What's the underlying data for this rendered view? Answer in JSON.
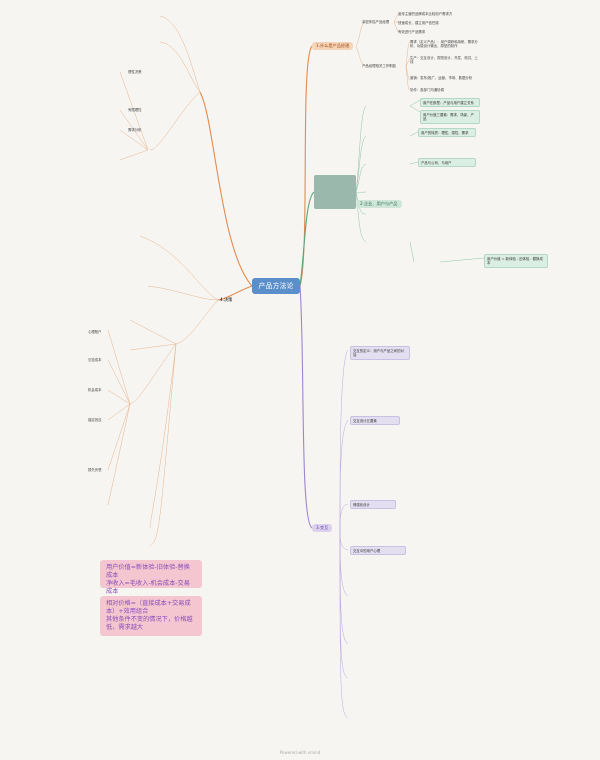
{
  "root": "产品方法论",
  "colors": {
    "root": "#5a8fc9",
    "orange_line": "#e38b4f",
    "green_line": "#5aa57c",
    "purple_line": "#9b86cf",
    "pink_box": "#f4c7d0"
  },
  "branches": {
    "b1": "1.什么是产品经理",
    "b2": "2.企业、用户与产品",
    "b3": "3.交互",
    "b4": "4.决策"
  },
  "right_top": {
    "r1": "亲密伴侣产品经理",
    "r2": "产品经理相关工作职能",
    "l1": "宣传主营的品牌成本比较用户需求方",
    "l2": "快速成长，建立用户信任感",
    "l3": "有效进行产品需求",
    "l4": "需求（定义产品）：用户调研和用研、需求分析、功能设计输出、原型的制作",
    "l5": "生产：交互设计、视觉设计、开发、测试、上线",
    "l6": "营销：发布/推广、运营、市场、数据分析",
    "l7": "协作：各部门沟通协调"
  },
  "green_nodes": {
    "g1": "用户在那里：产品与用户建立关系",
    "g2": "用户价值三要素：需求、场景、产品",
    "g3": "用户的特质：理性、感性、需求",
    "g4": "产品与公司、与用户",
    "g5": "用户价值 = 新体验 - 旧体验 - 替换成本"
  },
  "purple_nodes": {
    "p1": "交互的定义：用户与产品之间的对话",
    "p2": "交互设计五要素",
    "p3": "情感化设计",
    "p4": "交互中的用户心理"
  },
  "pink_boxes": {
    "k1": "用户价值=新体验-旧体验-替换成本\n净收入=毛收入-机会成本-交易成本",
    "k2": "相对价格=（直接成本+交易成本）+效用组合\n其他条件不变的情况下，价格越低，需求越大"
  },
  "left_labels": {
    "a1": "理性决策",
    "a2": "有限理性",
    "a3": "需求分析",
    "a4": "心理账户",
    "a5": "沉没成本",
    "a6": "机会成本",
    "a7": "锚定效应",
    "a8": "损失厌恶"
  },
  "footer": "Powered with xmind"
}
